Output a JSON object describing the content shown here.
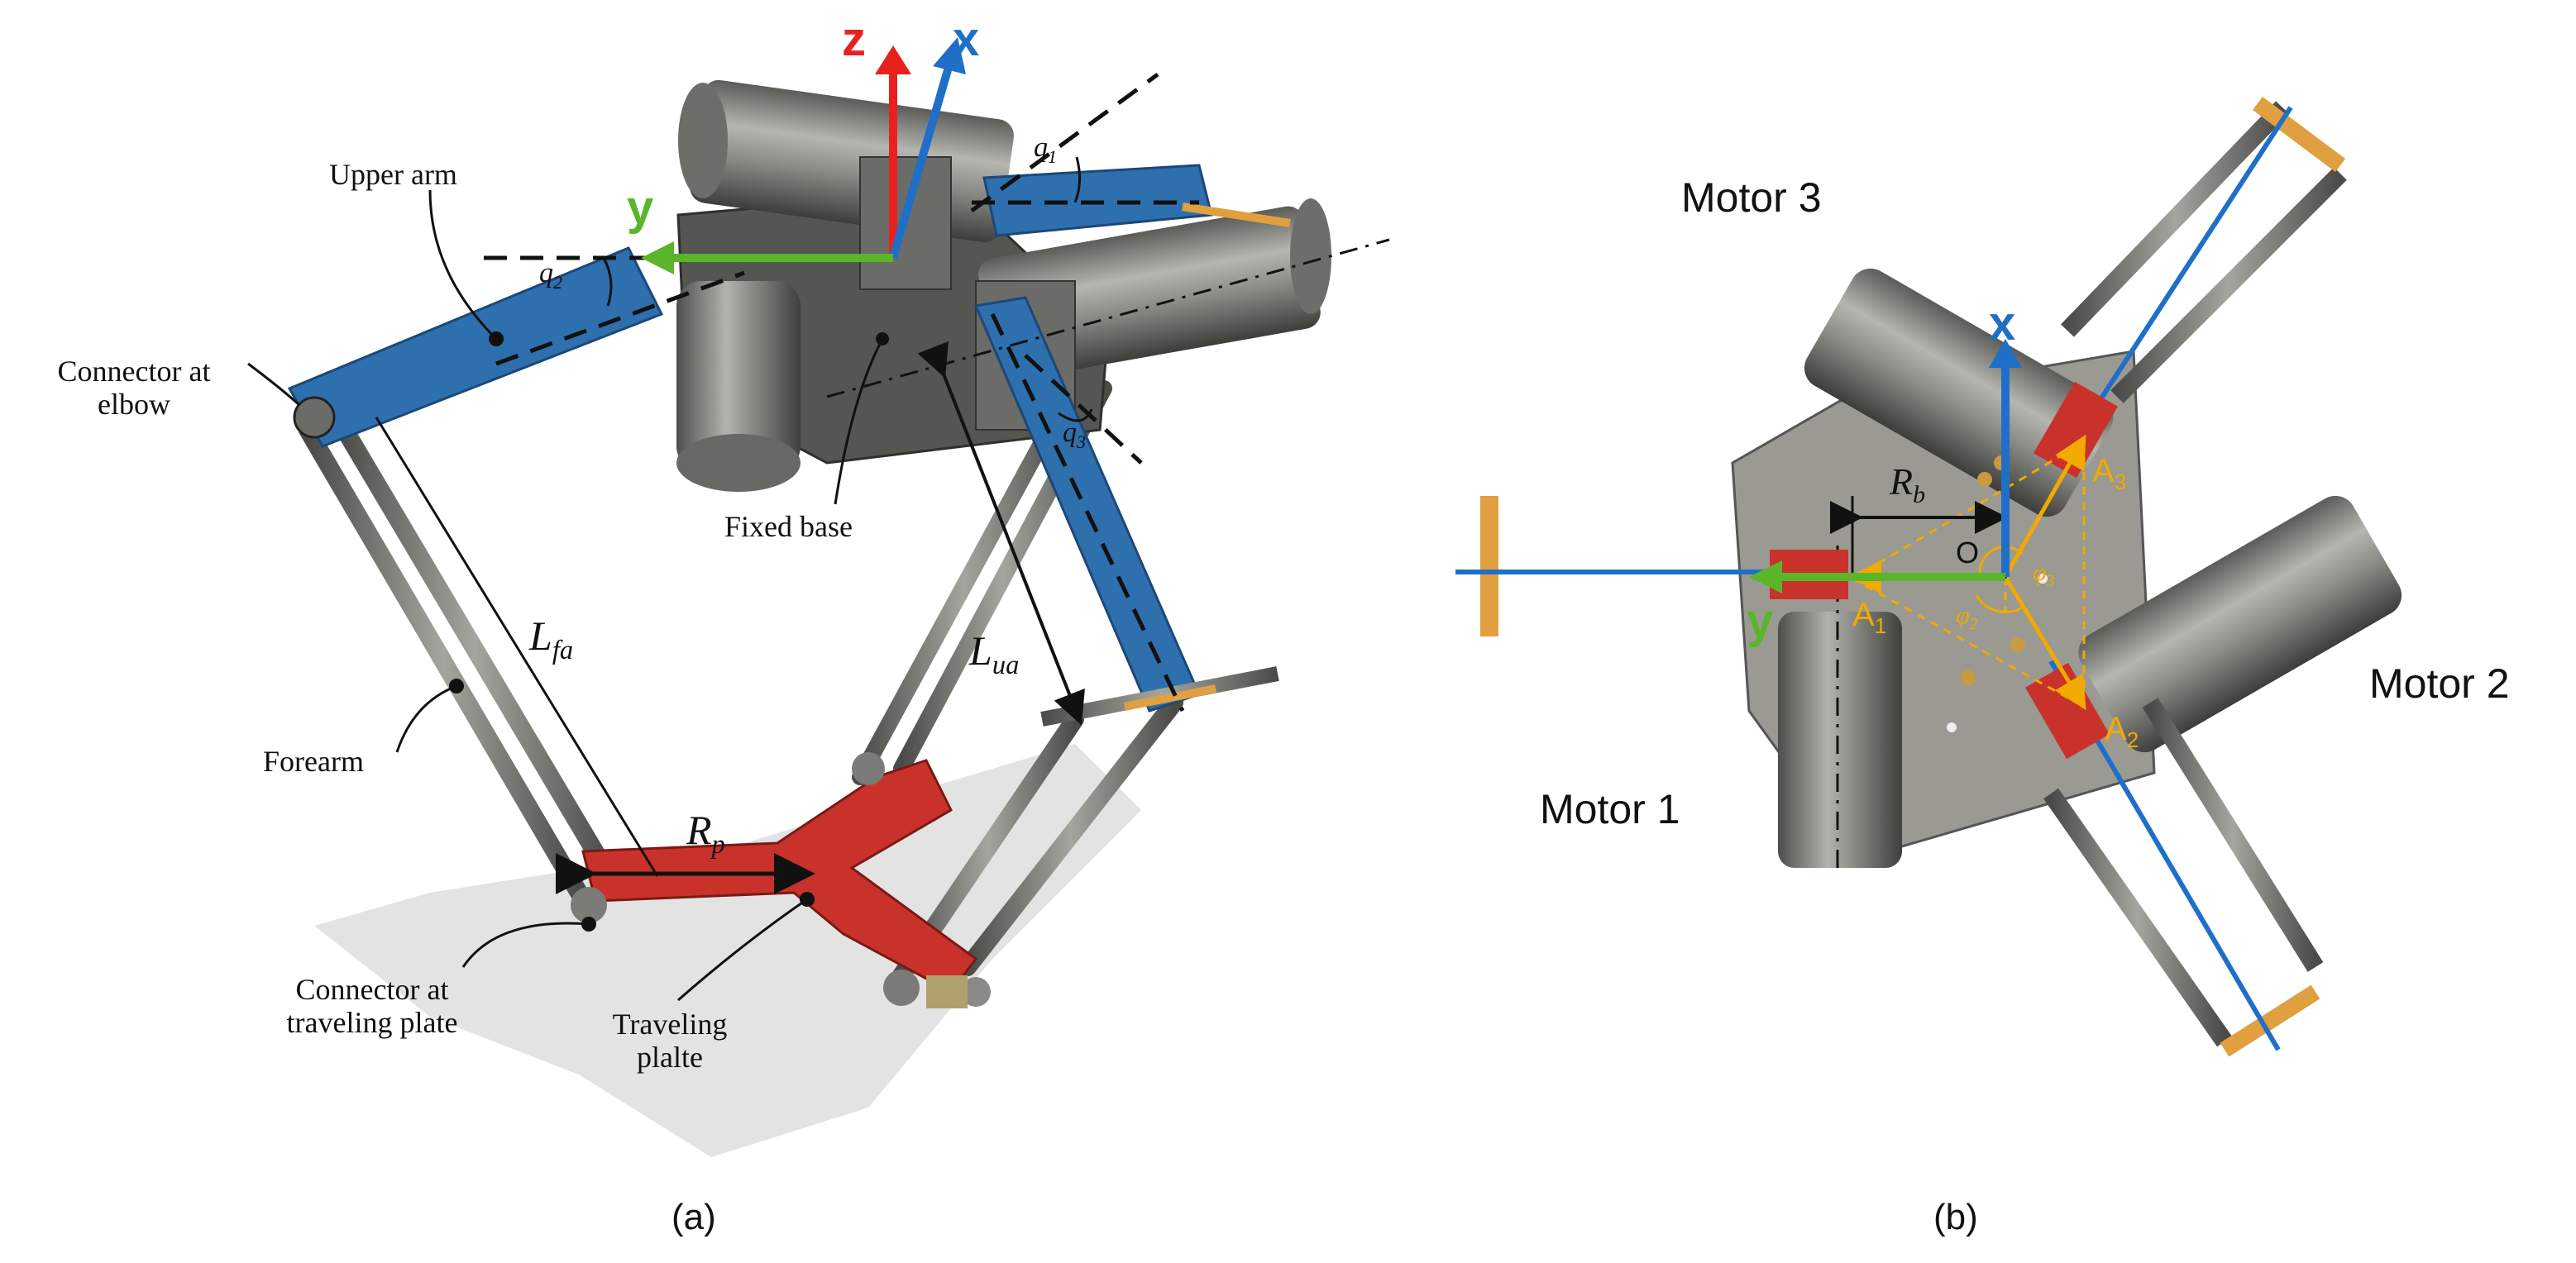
{
  "panel_a": {
    "caption": "(a)",
    "axes": {
      "z": "z",
      "x": "x",
      "y": "y"
    },
    "labels": {
      "upper_arm": "Upper arm",
      "connector_elbow_1": "Connector at",
      "connector_elbow_2": "elbow",
      "fixed_base": "Fixed base",
      "forearm": "Forearm",
      "connector_plate_1": "Connector at",
      "connector_plate_2": "traveling plate",
      "traveling_plate_1": "Traveling",
      "traveling_plate_2": "plalte"
    },
    "symbols": {
      "q1": "q",
      "q1_sub": "1",
      "q2": "q",
      "q2_sub": "2",
      "q3": "q",
      "q3_sub": "3",
      "lfa": "L",
      "lfa_sub": "fa",
      "lua": "L",
      "lua_sub": "ua",
      "rp": "R",
      "rp_sub": "p"
    }
  },
  "panel_b": {
    "caption": "(b)",
    "axes": {
      "x": "x",
      "y": "y"
    },
    "motors": {
      "m1": "Motor 1",
      "m2": "Motor 2",
      "m3": "Motor 3"
    },
    "symbols": {
      "rb": "R",
      "rb_sub": "b",
      "o": "O",
      "a1": "A",
      "a1_sub": "1",
      "a2": "A",
      "a2_sub": "2",
      "a3": "A",
      "a3_sub": "3",
      "phi2": "φ",
      "phi2_sub": "2",
      "phi3": "φ",
      "phi3_sub": "3"
    }
  },
  "colors": {
    "arm_blue": "#2e6fad",
    "plate_red": "#c8322b",
    "axis_red": "#e8211e",
    "axis_blue": "#1f6fc8",
    "axis_green": "#5ab52a",
    "metal": "#8a8a86",
    "yellow": "#f2a900"
  }
}
